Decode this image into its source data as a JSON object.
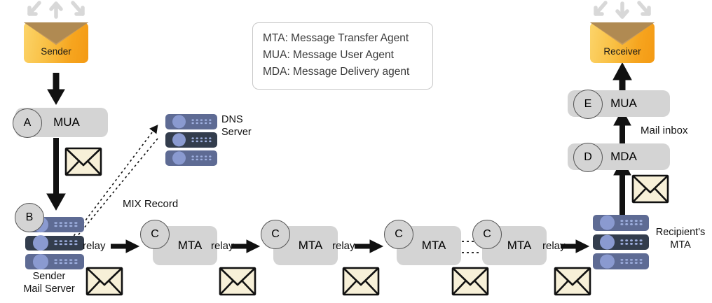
{
  "legend": {
    "lines": [
      "MTA: Message Transfer Agent",
      "MUA: Message User Agent",
      "MDA: Message Delivery agent"
    ]
  },
  "sender": {
    "label": "Sender"
  },
  "receiver": {
    "label": "Receiver"
  },
  "dns": {
    "label_line1": "DNS",
    "label_line2": "Server"
  },
  "mix_record": {
    "label": "MIX Record"
  },
  "sender_mail_server": {
    "label_line1": "Sender",
    "label_line2": "Mail Server"
  },
  "recipient_mta": {
    "label_line1": "Recipient's",
    "label_line2": "MTA"
  },
  "mail_inbox": {
    "label": "Mail inbox"
  },
  "steps": [
    {
      "id": "A",
      "label": "MUA"
    },
    {
      "id": "B",
      "label": ""
    },
    {
      "id": "C",
      "label": "MTA"
    },
    {
      "id": "D",
      "label": "MDA"
    },
    {
      "id": "E",
      "label": "MUA"
    }
  ],
  "mta_chain": [
    {
      "badge": "C",
      "label": "MTA"
    },
    {
      "badge": "C",
      "label": "MTA"
    },
    {
      "badge": "C",
      "label": "MTA"
    },
    {
      "badge": "C",
      "label": "MTA"
    }
  ],
  "relay_labels": [
    "relay",
    "relay",
    "relay",
    "relay"
  ],
  "colors": {
    "node_gray": "#d4d4d4",
    "envelope_orange": "#f6a51f",
    "envelope_flap": "#b08a52",
    "letter_cream": "#f7f0d8",
    "server_blue": "#5e6b94",
    "server_dark": "#333d4d",
    "server_dot": "#8a9ad0",
    "arrow_black": "#111111",
    "arrow_gray": "#d8d8d8",
    "legend_border": "#c8c8c8"
  }
}
